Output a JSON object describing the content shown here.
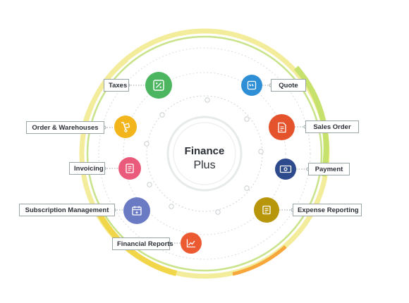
{
  "center": {
    "line1": "Finance",
    "line2": "Plus"
  },
  "modules": [
    {
      "label": "Taxes",
      "icon": "percent-icon",
      "color": "#4bb560"
    },
    {
      "label": "Order & Warehouses",
      "icon": "delivery-icon",
      "color": "#f2b61c"
    },
    {
      "label": "Invoicing",
      "icon": "invoice-icon",
      "color": "#ea5a7b"
    },
    {
      "label": "Subscription Management",
      "icon": "calendar-icon",
      "color": "#6a7bc4"
    },
    {
      "label": "Financial Reports",
      "icon": "chart-icon",
      "color": "#ec5a32"
    },
    {
      "label": "Quote",
      "icon": "quote-icon",
      "color": "#2f8fd6"
    },
    {
      "label": "Sales Order",
      "icon": "sales-order-icon",
      "color": "#e5532c"
    },
    {
      "label": "Payment",
      "icon": "payment-icon",
      "color": "#2c4a8c"
    },
    {
      "label": "Expense Reporting",
      "icon": "receipt-icon",
      "color": "#b8960c"
    }
  ]
}
